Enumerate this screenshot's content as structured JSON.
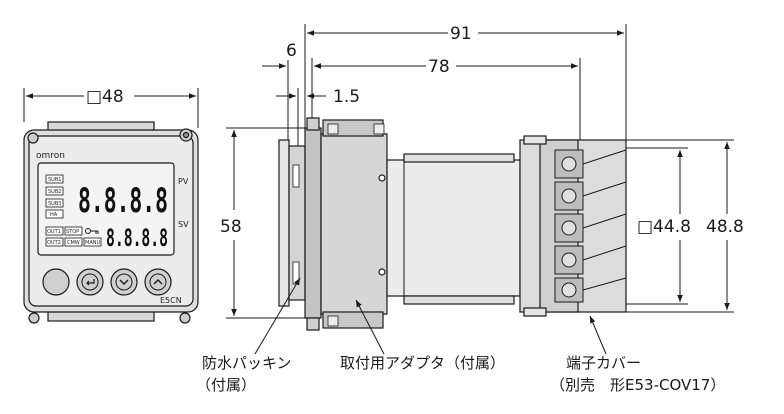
{
  "dimensions": {
    "front_width": "□48",
    "total_depth": "91",
    "body_depth": "78",
    "gasket": "6",
    "panel": "1.5",
    "height": "58",
    "cover_inner": "□44.8",
    "cover_outer": "48.8"
  },
  "front_panel": {
    "brand": "omron",
    "model": "E5CN",
    "pv_label": "PV",
    "sv_label": "SV",
    "pv_display": "8.8.8.8",
    "sv_display": "8.8.8.8",
    "sub_indicators": [
      "SUB1",
      "SUB2",
      "SUB3"
    ],
    "ha_indicator": "HA",
    "status_indicators": [
      "OUT1",
      "STOP",
      "OUT2",
      "CMW",
      "MANU"
    ]
  },
  "callouts": {
    "gasket_line1": "防水パッキン",
    "gasket_line2": "（付属）",
    "adapter": "取付用アダプタ（付属）",
    "cover_line1": "端子カバー",
    "cover_line2": "（別売　形E53-COV17）"
  },
  "colors": {
    "line": "#1a1a1a",
    "fill_light": "#e6e6e6",
    "fill_mid": "#cfcfcf",
    "fill_dark": "#b8b8b8",
    "lcd": "#f2f2f2"
  }
}
